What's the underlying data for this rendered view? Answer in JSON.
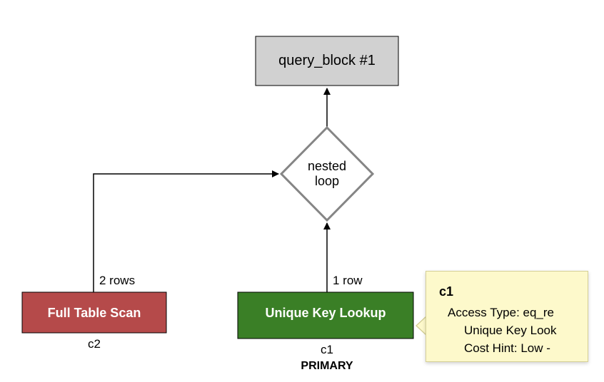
{
  "nodes": {
    "query_block": {
      "label": "query_block #1"
    },
    "nested_loop": {
      "line1": "nested",
      "line2": "loop"
    },
    "full_table_scan": {
      "label": "Full Table Scan",
      "table": "c2",
      "color": "#b54a4a"
    },
    "unique_key_lookup": {
      "label": "Unique Key Lookup",
      "table": "c1",
      "key": "PRIMARY",
      "color": "#3a7f26"
    }
  },
  "edges": {
    "scan_to_loop": {
      "label": "2 rows"
    },
    "lookup_to_loop": {
      "label": "1 row"
    }
  },
  "tooltip": {
    "title": "c1",
    "lines": [
      "Access Type: eq_re",
      "Unique Key Look",
      "Cost Hint: Low -"
    ]
  }
}
